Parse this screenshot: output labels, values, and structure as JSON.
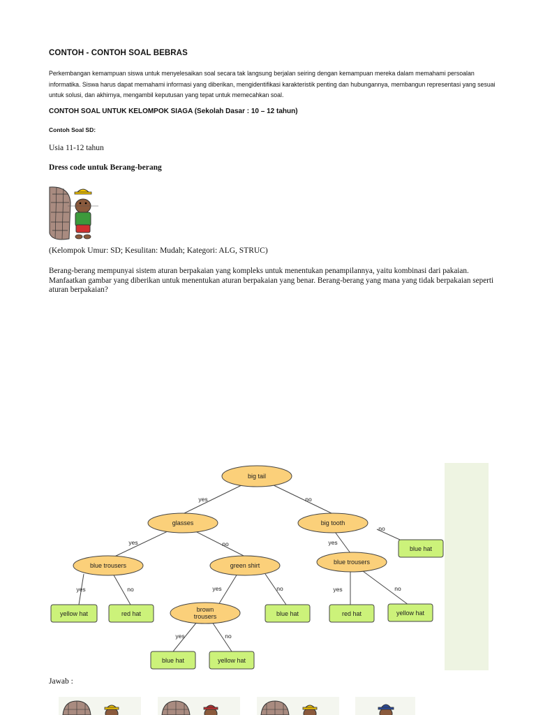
{
  "doc": {
    "title": "CONTOH - CONTOH SOAL BEBRAS",
    "intro": "Perkembangan kemampuan siswa untuk menyelesaikan soal secara tak langsung berjalan seiring dengan kemampuan mereka dalam memahami persoalan informatika. Siswa harus dapat memahami informasi yang diberikan, mengidentifikasi karakteristik penting dan hubungannya, membangun representasi yang sesuai untuk solusi, dan akhirnya, mengambil keputusan yang tepat untuk memecahkan soal.",
    "subtitle": "CONTOH SOAL UNTUK KELOMPOK SIAGA (Sekolah Dasar : 10 – 12  tahun)",
    "sd_label": "Contoh Soal SD:",
    "age": "Usia 11-12 tahun",
    "task_title": "Dress code untuk Berang-berang",
    "meta": "(Kelompok Umur: SD; Kesulitan: Mudah; Kategori: ALG, STRUC)",
    "question": "Berang-berang mempunyai sistem aturan berpakaian yang kompleks untuk menentukan penampilannya, yaitu kombinasi dari pakaian. Manfaatkan gambar yang diberikan untuk menentukan aturan berpakaian yang benar. Berang-berang yang mana yang tidak berpakaian seperti aturan berpakaian?",
    "answer_label": "Jawab :"
  },
  "tree": {
    "nodes": {
      "big_tail": "big tail",
      "glasses": "glasses",
      "big_tooth": "big tooth",
      "blue_trousers_1": "blue trousers",
      "green_shirt": "green shirt",
      "blue_trousers_2": "blue trousers",
      "brown_trousers_1": "brown",
      "brown_trousers_2": "trousers"
    },
    "leaves": {
      "yellow_hat_1": "yellow hat",
      "red_hat_1": "red hat",
      "blue_hat_1": "blue hat",
      "blue_hat_2": "blue hat",
      "yellow_hat_2": "yellow hat",
      "red_hat_2": "red hat",
      "yellow_hat_3": "yellow hat",
      "blue_hat_3": "blue hat"
    },
    "yes": "yes",
    "no": "no"
  },
  "colors": {
    "decision_fill": "#fbd07a",
    "leaf_fill": "#ccf27a",
    "panel_bg": "#eef4e2",
    "beaver_brown": "#8a5a3c",
    "tail": "#a98b80",
    "shirt_green": "#3c9a3c",
    "trousers_red": "#d03030",
    "hat_yellow": "#f4c400"
  }
}
